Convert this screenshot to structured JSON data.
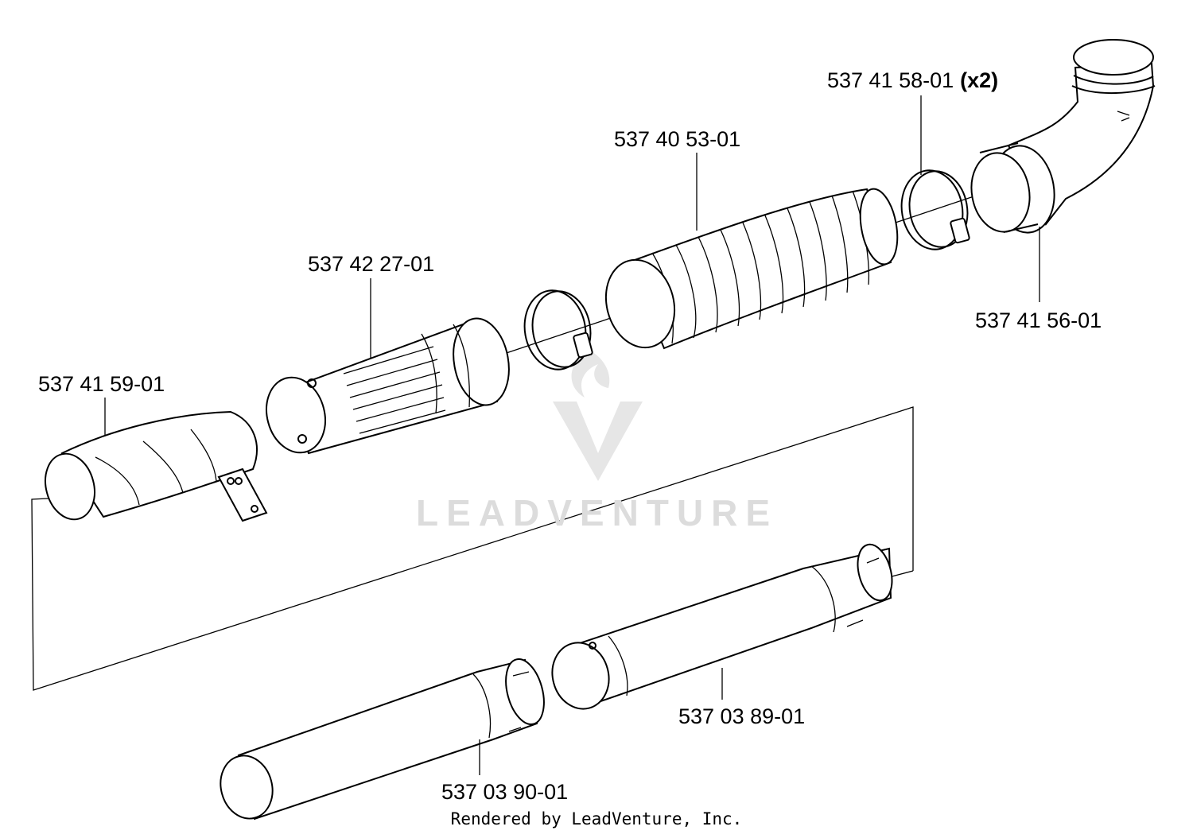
{
  "parts": [
    {
      "id": "hose-clamp",
      "number": "537 41 58-01",
      "qty": "(x2)"
    },
    {
      "id": "flex-hose",
      "number": "537 40 53-01"
    },
    {
      "id": "elbow",
      "number": "537 41 56-01"
    },
    {
      "id": "nozzle-adapter",
      "number": "537 42 27-01"
    },
    {
      "id": "hose-guard",
      "number": "537 41 59-01"
    },
    {
      "id": "upper-tube",
      "number": "537 03 89-01"
    },
    {
      "id": "lower-tube",
      "number": "537 03 90-01"
    }
  ],
  "watermark": "LEADVENTURE",
  "footer": "Rendered by LeadVenture, Inc."
}
